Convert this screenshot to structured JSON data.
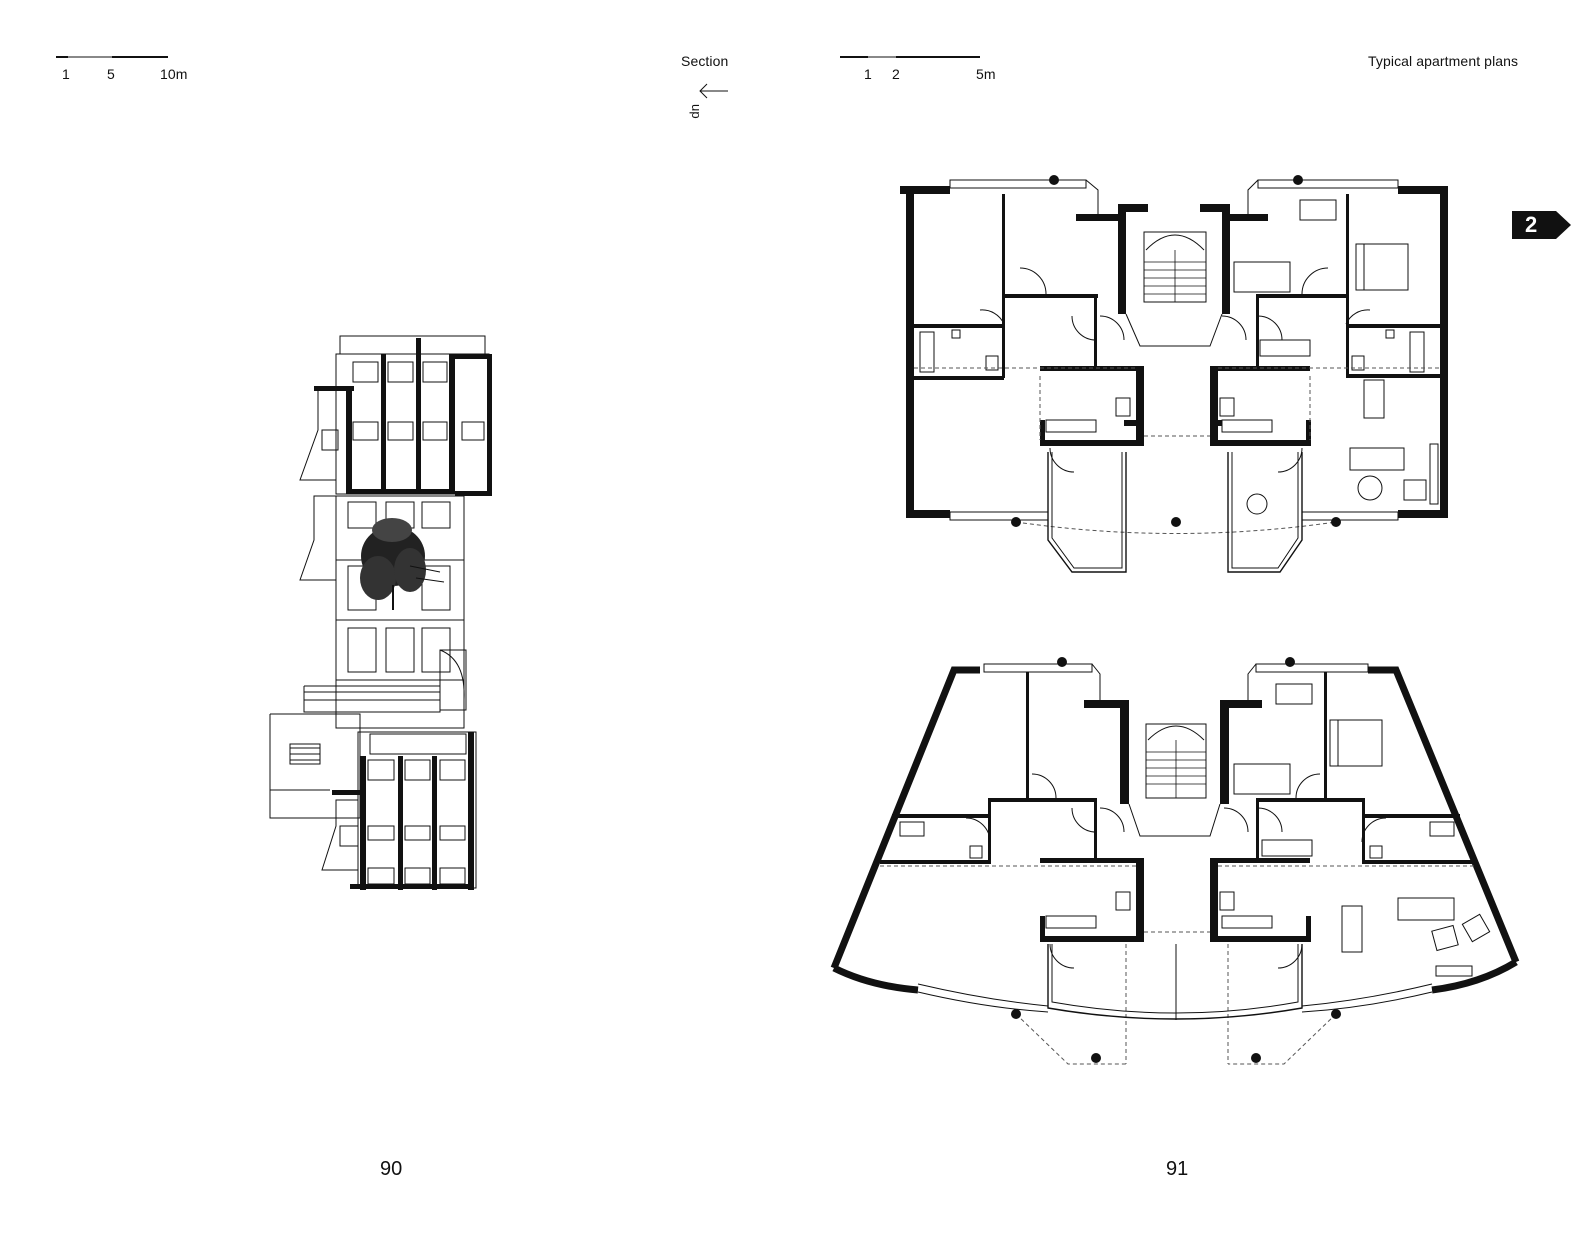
{
  "left_page": {
    "scale_labels": [
      "1",
      "5",
      "10m"
    ],
    "heading": "Section",
    "arrow_label": "up",
    "page_number": "90"
  },
  "right_page": {
    "scale_labels": [
      "1",
      "2",
      "5m"
    ],
    "heading": "Typical apartment plans",
    "page_number": "91"
  },
  "chapter_tab": {
    "number": "2",
    "color": "#111111"
  }
}
